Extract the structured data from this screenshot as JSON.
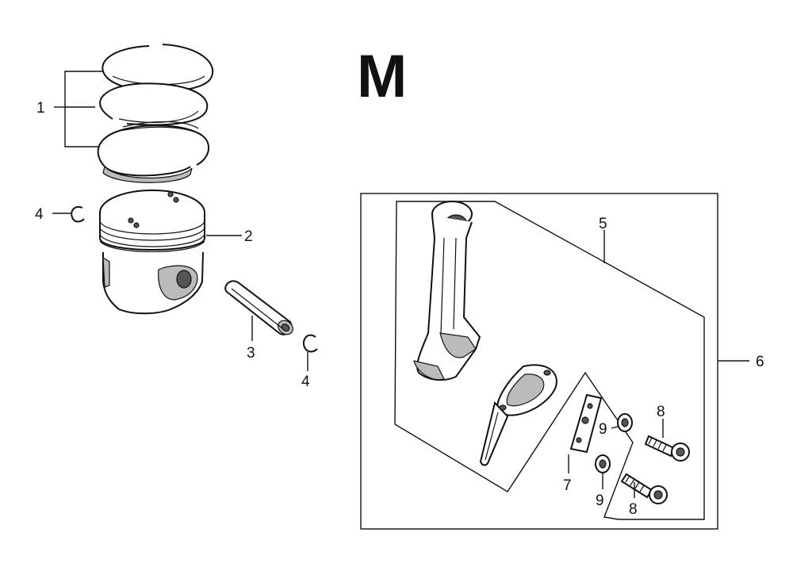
{
  "title": "M",
  "labels": {
    "piston_rings": "1",
    "piston": "2",
    "piston_pin": "3",
    "pin_clip_left": "4",
    "pin_clip_right": "4",
    "connecting_rod": "5",
    "connecting_rod_assy": "6",
    "oil_dipper": "7",
    "rod_bolt_upper": "8",
    "rod_bolt_lower": "8",
    "washer_upper": "9",
    "washer_lower": "9"
  }
}
